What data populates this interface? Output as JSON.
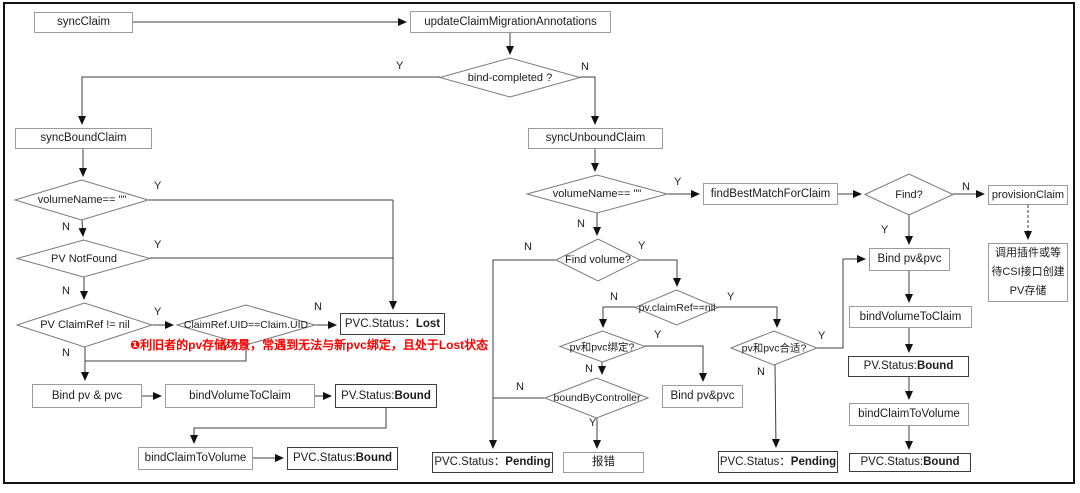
{
  "yn": {
    "yes": "Y",
    "no": "N"
  },
  "colors": {
    "note_red": "#ff0000",
    "line": "#3f3f3f"
  },
  "nodes": {
    "sync_claim": "syncClaim",
    "update_claim_migration_annotations": "updateClaimMigrationAnnotations",
    "bind_completed": "bind-completed ?",
    "sync_bound_claim": "syncBoundClaim",
    "sync_unbound_claim": "syncUnboundClaim",
    "volume_name_empty_left": "volumeName== \"\"",
    "pv_not_found": "PV NotFound",
    "pv_claimref_not_nil": "PV ClaimRef != nil",
    "claimref_uid_eq_claim_uid": "ClaimRef.UID==Claim.UID",
    "pvc_status_lost": {
      "prefix": "PVC.Status：",
      "value": "Lost"
    },
    "bind_pv_pvc_left": "Bind pv & pvc",
    "bind_volume_to_claim_left": "bindVolumeToClaim",
    "pv_status_bound_left": {
      "prefix": "PV.Status: ",
      "value": "Bound"
    },
    "bind_claim_to_volume_left": "bindClaimToVolume",
    "pvc_status_bound_left": {
      "prefix": "PVC.Status: ",
      "value": "Bound"
    },
    "volume_name_empty_mid": "volumeName== \"\"",
    "find_best_match_for_claim": "findBestMatchForClaim",
    "find_q": "Find?",
    "provision_claim": "provisionClaim",
    "csi_note": {
      "line1": "调用插件或等",
      "line2": "待CSI接口创建",
      "line3": "PV存储"
    },
    "find_volume": "Find volume?",
    "pv_claimref_eq_nil": "pv.claimRef==nil",
    "pv_pvc_bound_q": "pv和pvc绑定?",
    "bound_by_controller": "boundByController",
    "pv_pvc_fit_q": "pv和pvc合适?",
    "bind_pv_pvc_mid": "Bind pv&pvc",
    "pvc_status_pending_left": {
      "prefix": "PVC.Status：",
      "value": "Pending"
    },
    "error_box": "报错",
    "pvc_status_pending_right": {
      "prefix": "PVC.Status：",
      "value": "Pending"
    },
    "bind_pv_pvc_right": "Bind pv&pvc",
    "bind_volume_to_claim_right": "bindVolumeToClaim",
    "pv_status_bound_right": {
      "prefix": "PV.Status: ",
      "value": "Bound"
    },
    "bind_claim_to_volume_right": "bindClaimToVolume",
    "pvc_status_bound_right": {
      "prefix": "PVC.Status: ",
      "value": "Bound"
    }
  },
  "note": {
    "text": "❶利旧者的pv存储场景，常遇到无法与新pvc绑定，且处于Lost状态"
  }
}
